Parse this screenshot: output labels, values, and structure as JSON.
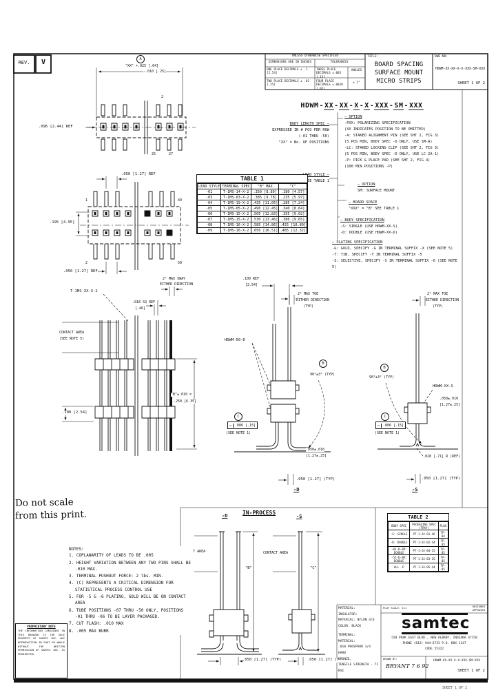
{
  "colors": {
    "ink": "#111111",
    "paper": "#ffffff"
  },
  "rev": {
    "label": "REV.",
    "value": "V"
  },
  "title_block": {
    "tol_header": "UNLESS OTHERWISE SPECIFIED",
    "tol_sub_left": "DIMENSIONS ARE IN INCHES",
    "tol_sub_right": "TOLERANCES",
    "tol_r1c1": "ONE PLACE DECIMALS ± .1 [2.54]",
    "tol_r1c2": "THREE PLACE DECIMALS ±.005 [.13]",
    "tol_r1c3": "ANGLES",
    "tol_r2c1": "TWO PLACE DECIMALS ± .01 [.25]",
    "tol_r2c2": "FOUR PLACE DECIMALS ±.0020 [.05]",
    "tol_r2c3": "± 2°",
    "title_label": "TITLE:",
    "title_line1": "BOARD SPACING",
    "title_line2": "SURFACE MOUNT",
    "title_line3": "MICRO STRIPS",
    "dwg_label": "DWG NO:",
    "dwg_no": "HDWM-XX-XX-X-X-XXX-SM-XXX",
    "sheet": "SHEET 1 OF 2"
  },
  "part_number": "HDWM-XX-XX-X-X-XXX-SM-XXX",
  "callouts": {
    "body_length": {
      "title": "BODY LENGTH SPEC —",
      "lines": [
        "EXPRESSED IN # POS PER ROW",
        "(-01 THRU -50)",
        "\"XX\" = No. OF POSITIONS"
      ]
    },
    "lead_style": {
      "title": "LEAD STYLE —",
      "lines": [
        "SEE TABLE 1"
      ]
    },
    "option1": {
      "title": "— OPTION",
      "lines": [
        "-PXX: POLARIZING SPECIFICATION",
        "(XX INDICATES POSITION TO BE OMITTED)",
        "-A: STAKED ALIGNMENT PIN (SEE SHT 2, FIG 3)",
        "(5 POS MIN, BODY SPEC -D ONLY, USE SM-A)",
        "-LC: STAKED LOCKING CLIP (SEE SHT 2, FIG 3)",
        "(5 POS MIN, BODY SPEC -D ONLY, USE LC-2A-1)",
        "-P: PICK & PLACE PAD (SEE SHT 2, FIG 4)",
        "(100 MIN POSITIONS -P)"
      ]
    },
    "option2": {
      "title": "— OPTION",
      "lines": [
        "SM: SURFACE MOUNT"
      ]
    },
    "board_space": {
      "title": "— BOARD SPACE",
      "lines": [
        "\"XXX\" = \"B\" SEE TABLE 1"
      ]
    },
    "body_spec": {
      "title": "— BODY SPECIFICATION",
      "lines": [
        "-S: SINGLE (USE HDWM-XX-S)",
        "-D: DOUBLE (USE HDWM-XX-D)"
      ]
    },
    "plating": {
      "title": "— PLATING SPECIFICATION",
      "lines": [
        "-G: GOLD, SPECIFY -G IN TERMINAL SUFFIX -X (SEE NOTE 5)",
        "-T: TIN, SPECIFY -T IN TERMINAL SUFFIX -5",
        "-S: SELECTIVE, SPECIFY -S IN TERMINAL SUFFIX -6 (SEE NOTE 5)"
      ]
    }
  },
  "table1": {
    "title": "TABLE 1",
    "headers": [
      "LEAD STYLE",
      "TERMINAL SPEC",
      "\"B\" MAX",
      "\"C\""
    ],
    "rows": [
      [
        "-01",
        "T-1MS-14-X-2",
        ".350 [8.89]",
        ".180 [4.57]"
      ],
      [
        "-03",
        "T-1MS-03-X-2",
        ".385 [9.78]",
        ".235 [5.97]"
      ],
      [
        "-04",
        "T-1MS-19-X-2",
        ".435 [11.05]",
        ".285 [7.24]"
      ],
      [
        "-05",
        "T-1MS-05-X-2",
        ".490 [12.45]",
        ".340 [8.64]"
      ],
      [
        "-06",
        "T-1MS-15-X-2",
        ".505 [12.83]",
        ".355 [9.02]"
      ],
      [
        "-07",
        "T-1MS-15-X-2",
        ".530 [13.46]",
        ".380 [9.65]"
      ],
      [
        "-08",
        "T-1MS-16-X-2",
        ".585 [14.86]",
        ".425 [10.80]"
      ],
      [
        "-09",
        "T-1MS-16-X-2",
        ".650 [16.51]",
        ".485 [12.32]"
      ]
    ]
  },
  "table2": {
    "title": "TABLE 2",
    "headers": [
      "BODY SPEC",
      "PACKAGING SPEC (TRAY)",
      "PLUG"
    ],
    "rows": [
      [
        "-S: SINGLE",
        "PT-1-24-01-46",
        "TP-04"
      ],
      [
        "-D: DOUBLE",
        "PT-1-24-02-44",
        "TP-05"
      ],
      [
        "-01-D-SM: DOUBLE",
        "PT-1-24-04-15",
        "TP-05"
      ],
      [
        "-55-D-SM: DOUBLE",
        "PT-1-24-03-15",
        "TP-05"
      ],
      [
        "ALL -P",
        "PT-1-24-05-44",
        "TP-05"
      ]
    ]
  },
  "notes": {
    "heading": "NOTES:",
    "items": [
      "1. COPLANARITY OF LEADS TO BE .005",
      "2. HEIGHT VARIATION BETWEEN ANY TWO PINS SHALL BE .010 MAX.",
      "3. TERMINAL PUSHOUT FORCE: 2 lbs. MIN.",
      "4. (C) REPRESENTS A CRITICAL DIMENSION FOR STATISTICAL PROCESS CONTROL USE",
      "5. FOR -5 & -6 PLATING, GOLD WILL BE ON CONTACT AREA",
      "6. TUBE POSITIONS -07 THRU -50 ONLY, POSITIONS -01 THRU -06 TO BE LAYER PACKAGED.",
      "7. CUT FLASH: .010 MAX",
      "8. .005 MAX BURR"
    ]
  },
  "labels": {
    "f1_dim_left": ".096 [2.44] REF",
    "f1_flag": "A",
    "f1_xx": "\"XX\" +.025 [.64]",
    "f1_tol": "-.010 [.25]",
    "f1_pin_top": "2",
    "f1_pin_b1": "25",
    "f1_pin_b2": "27",
    "f2_dim_top": ".050 [1.27] REF",
    "f2_dim_left": ".195 [4.95]",
    "f2_dim_bottom": ".050 [1.27] REF",
    "f2_pin_tl": "1",
    "f2_pin_tr": "49",
    "f2_pin_bl": "2",
    "f2_pin_br": "50",
    "f3_term": "T-1MS-XX-X-2",
    "f3_sq1": ".018 SQ REF",
    "f3_sq2": "[.46]",
    "f3_sway1": "2° MAX SWAY",
    "f3_sway2": "EITHER DIRECTION",
    "f3_ca1": "CONTACT AREA",
    "f3_ca2": "(SEE NOTE 5)",
    "f3_d100": ".100 [2.54]",
    "f3_b1": "\"B\"±.010 =",
    "f3_b2": ".250 [6.35]",
    "f4_d100a": ".100 REF",
    "f4_d100b": "[2.54]",
    "toe1": "2° MAX TOE",
    "toe2": "EITHER DIRECTION",
    "toe3": "(TYP)",
    "f4_part": "HDWM-50-D",
    "f5_part": "HDWM-XX-S",
    "flag_b": "B",
    "angle": "90°±3° (TYP)",
    "flag_c": "C",
    "gdt_sym": "▱",
    "gdt_val": ".006 [.15]",
    "gdt_note": "(SEE NOTE 1)",
    "d050a": ".050±.010",
    "d050b": "[1.27±.25]",
    "f5_r": ".028 [.71] R (REF)",
    "pitch": ".050 [1.27] (TYP)",
    "f4_name": "-D",
    "f5_name": "-S",
    "ip_title": "IN-PROCESS",
    "ip_ca": "CONTACT AREA",
    "ip_b": "\"B\"",
    "ip_c": "\"C\""
  },
  "do_not_scale": {
    "line1": "Do not scale",
    "line2": "from this print."
  },
  "material": {
    "lines": [
      "MATERIAL:",
      "INSULATOR:",
      "MATERIAL: NYLON 4/6",
      "COLOR: BLACK",
      "",
      "TERMINAL:",
      "MATERIAL:",
      ".010 PHOSPHOR 3/4 HARD",
      "BRONZE,",
      "TENSILE STRENGTH - 72 KSI"
    ]
  },
  "samtec": {
    "scale": "PLOT SCALE: 4=1",
    "approved1": "DESIGNED",
    "approved2": "APPROVED",
    "logo": "samtec",
    "address1": "520 PARK EAST BLVD., NEW ALBANY, INDIANA 47150",
    "address2": "PHONE (812) 944-6733   P.O. BOX 1147",
    "code": "CODE 55322",
    "drawn_label": "DRAWN BY:",
    "drawn": "BRYANT 7 6 92",
    "dwg_no": "HDWM-XX-XX-X-X-XXX-SM-XXX",
    "sheet": "SHEET 1 OF 2"
  },
  "proprietary": {
    "title": "PROPRIETARY NOTE",
    "body": "THE INFORMATION CONTAINED IN THIS DRAWING IS THE SOLE PROPERTY OF SAMTEC INC. ANY REPRODUCTION IN PART OR WHOLE WITHOUT THE WRITTEN PERMISSION OF SAMTEC INC. IS PROHIBITED."
  }
}
